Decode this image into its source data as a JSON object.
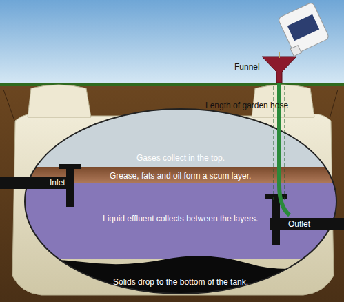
{
  "diagram": {
    "nodes": [
      {
        "text": [
          "Gases collect in the top."
        ]
      },
      {
        "text": [
          "Grease, fats and oil form a scum layer."
        ]
      },
      {
        "text": [
          "Liquid effluent collects between the layers."
        ]
      },
      {
        "text": [
          "Solids drop to the bottom of the tank."
        ]
      }
    ],
    "labels": [
      "Funnel",
      "Length of garden hose",
      "Inlet",
      "Outlet"
    ]
  }
}
